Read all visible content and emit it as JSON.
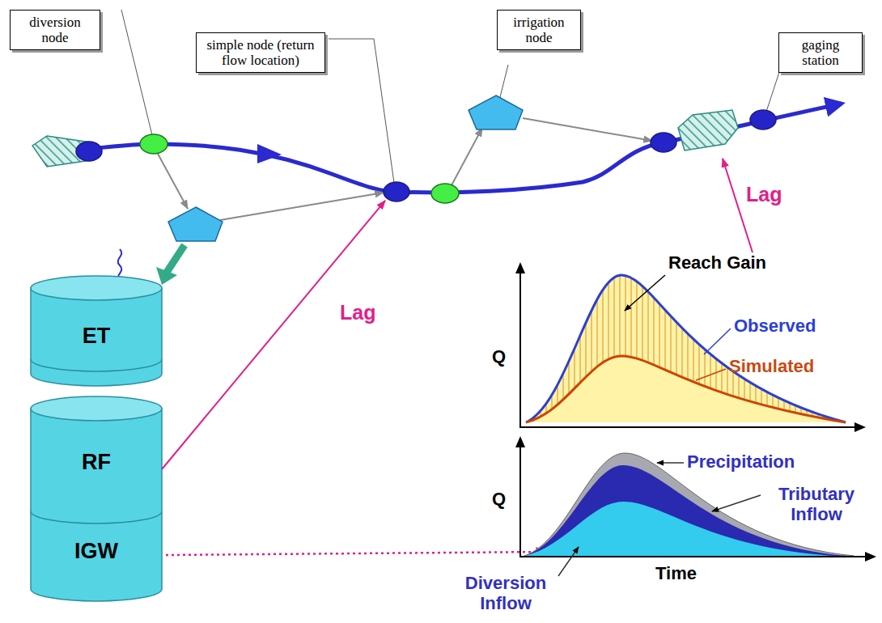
{
  "diagram": {
    "nodes": [
      {
        "text": [
          "diversion node"
        ]
      },
      {
        "text": [
          "simple node (return flow location)"
        ]
      },
      {
        "text": [
          "irrigation node"
        ]
      },
      {
        "text": [
          "gaging station"
        ]
      },
      {
        "text": [
          "ET"
        ]
      },
      {
        "text": [
          "RF"
        ]
      },
      {
        "text": [
          "IGW"
        ]
      }
    ],
    "labels": [
      "Lag",
      "Reach Gain",
      "Lag",
      "Observed",
      "Q",
      "Simulated",
      "Precipitation",
      "Q",
      "Tributary Inflow",
      "Time",
      "Diversion Inflow"
    ]
  }
}
